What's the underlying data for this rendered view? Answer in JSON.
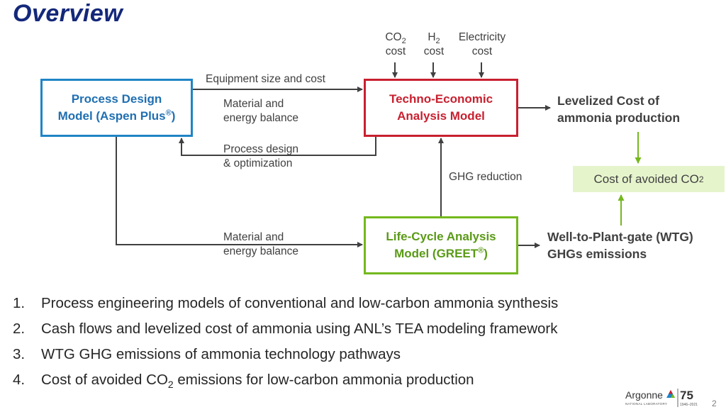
{
  "title": "Overview",
  "boxes": {
    "process_design": {
      "line1": "Process Design",
      "line2": "Model (Aspen Plus",
      "sup": "®",
      "close": ")"
    },
    "tea": {
      "line1": "Techno-Economic",
      "line2": "Analysis Model"
    },
    "lca": {
      "line1": "Life-Cycle Analysis",
      "line2": "Model (GREET",
      "sup": "®",
      "close": ")"
    }
  },
  "inputs": {
    "co2": {
      "top": "CO",
      "sub": "2",
      "bottom": "cost"
    },
    "h2": {
      "top": "H",
      "sub": "2",
      "bottom": "cost"
    },
    "electricity": {
      "top": "Electricity",
      "bottom": "cost"
    }
  },
  "labels": {
    "equipment": "Equipment size and cost",
    "material_top_1": "Material and",
    "material_top_2": "energy balance",
    "process_opt_1": "Process design",
    "process_opt_2": "& optimization",
    "ghg_reduction": "GHG reduction",
    "material_bottom_1": "Material and",
    "material_bottom_2": "energy balance"
  },
  "outputs": {
    "lcoa_1": "Levelized Cost of",
    "lcoa_2": "ammonia production",
    "wtg_1": "Well-to-Plant-gate (WTG)",
    "wtg_2": "GHGs emissions",
    "avoided_text": "Cost of avoided CO",
    "avoided_sub": "2"
  },
  "tasks": [
    {
      "num": "1.",
      "text": "Process engineering models of conventional and low-carbon ammonia synthesis"
    },
    {
      "num": "2.",
      "text": "Cash flows and levelized cost of ammonia using ANL’s TEA modeling framework"
    },
    {
      "num": "3.",
      "text": "WTG GHG emissions of ammonia technology pathways"
    },
    {
      "num": "4.",
      "text_a": "Cost of avoided CO",
      "sub": "2",
      "text_b": " emissions for low-carbon ammonia production"
    }
  ],
  "logo": {
    "name": "Argonne",
    "sub": "NATIONAL LABORATORY",
    "anniv": "75",
    "years": "1946–2021"
  },
  "page_number": "2",
  "colors": {
    "title": "#14287a",
    "pdm": "#1f84c6",
    "tea": "#c8202f",
    "lca": "#74b81e",
    "arrow_dark": "#404040",
    "arrow_green": "#74b81e",
    "highlight": "#e6f4cc"
  }
}
